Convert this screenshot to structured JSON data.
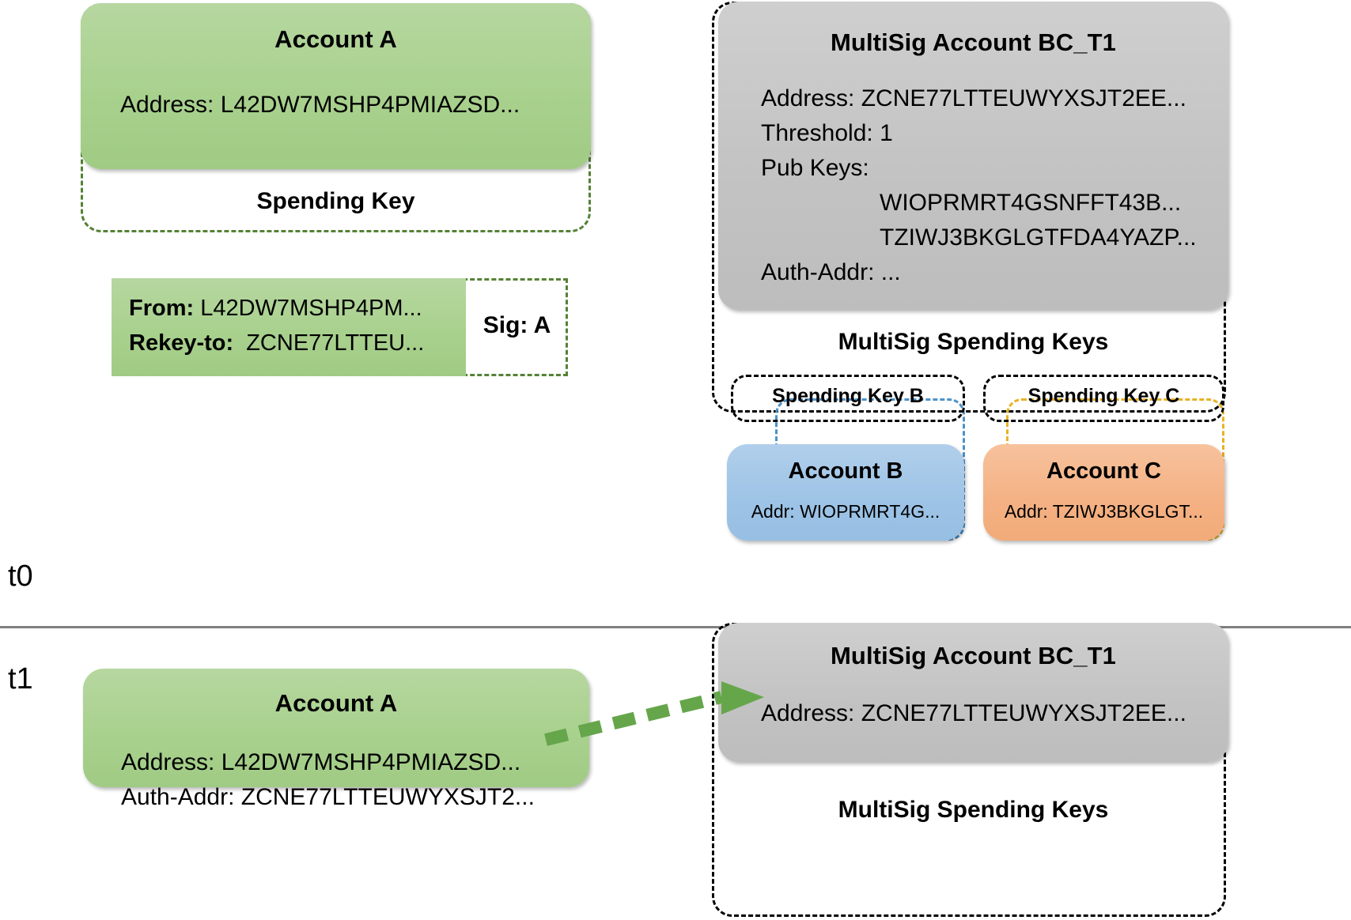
{
  "diagram": {
    "title": "Algorand rekey to MultiSig account timeline",
    "colors": {
      "green": "#A9D18E",
      "green_dash": "#548235",
      "gray": "#C3C3C3",
      "blue": "#9DC3E6",
      "blue_dash": "#4B92C9",
      "orange": "#F4B183",
      "yellow_dash": "#E8B224",
      "black_dash": "#000000",
      "arrow_green": "#66A64B",
      "divider": "#808080"
    }
  },
  "timeline": {
    "t0_label": "t0",
    "t1_label": "t1"
  },
  "t0": {
    "account_a": {
      "title": "Account A",
      "address_line": "Address: L42DW7MSHP4PMIAZSD...",
      "spending_key_label": "Spending Key"
    },
    "transaction": {
      "from_label": "From:",
      "from_value": "L42DW7MSHP4PM...",
      "rekey_label": "Rekey-to:",
      "rekey_value": "ZCNE77LTTEU...",
      "sig_label": "Sig: A"
    },
    "multisig": {
      "title": "MultiSig Account BC_T1",
      "address_line": "Address: ZCNE77LTTEUWYXSJT2EE...",
      "threshold_line": "Threshold: 1",
      "pubkeys_label": "Pub Keys:",
      "pubkeys": [
        "WIOPRMRT4GSNFFT43B...",
        "TZIWJ3BKGLGTFDA4YAZP..."
      ],
      "auth_addr_line": "Auth-Addr: ...",
      "spending_keys_label": "MultiSig Spending Keys",
      "spending_key_b_label": "Spending Key B",
      "spending_key_c_label": "Spending Key C",
      "account_b": {
        "title": "Account B",
        "address_line": "Addr: WIOPRMRT4G..."
      },
      "account_c": {
        "title": "Account C",
        "address_line": "Addr: TZIWJ3BKGLGT..."
      }
    }
  },
  "t1": {
    "account_a": {
      "title": "Account A",
      "address_line": "Address: L42DW7MSHP4PMIAZSD...",
      "auth_addr_line": "Auth-Addr: ZCNE77LTTEUWYXSJT2..."
    },
    "multisig": {
      "title": "MultiSig Account BC_T1",
      "address_line": "Address: ZCNE77LTTEUWYXSJT2EE...",
      "spending_keys_label": "MultiSig Spending Keys"
    },
    "arrow": {
      "name": "rekey-arrow",
      "direction": "left-to-right"
    }
  }
}
